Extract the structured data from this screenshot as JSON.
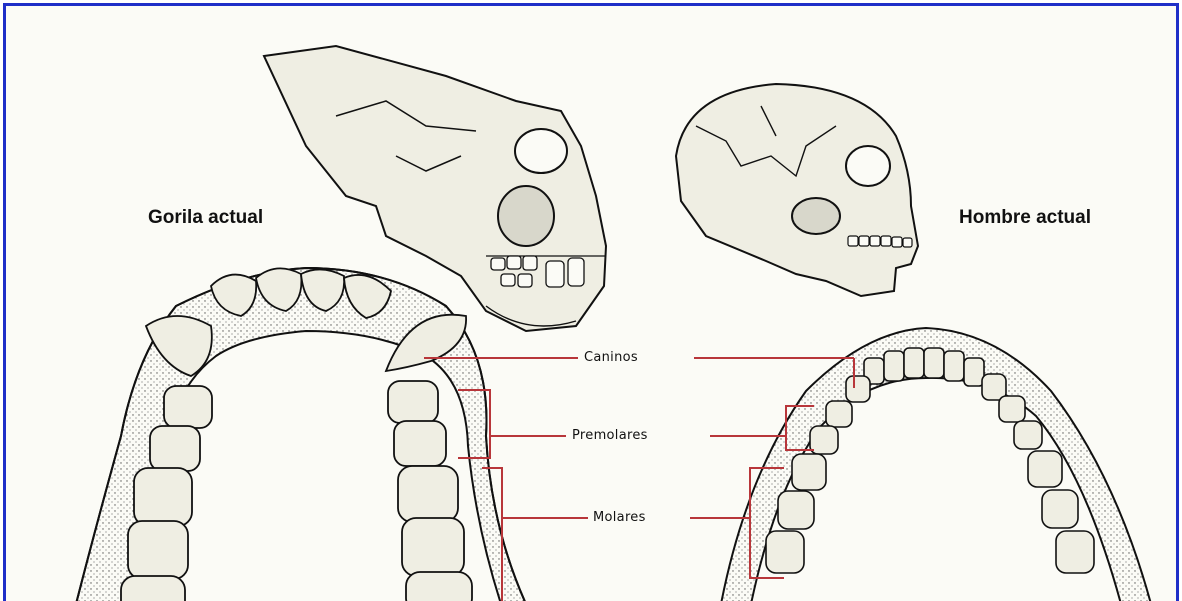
{
  "labels": {
    "gorilla": "Gorila actual",
    "human": "Hombre actual"
  },
  "terms": {
    "canines": "Caninos",
    "premolars": "Premolares",
    "molars": "Molares"
  },
  "colors": {
    "frame": "#1f2fc8",
    "leader": "#b8363a",
    "ink": "#111111",
    "bone": "#efeee3"
  },
  "icons": {
    "gorilla_skull": "gorilla-skull-icon",
    "human_skull": "human-skull-icon"
  }
}
